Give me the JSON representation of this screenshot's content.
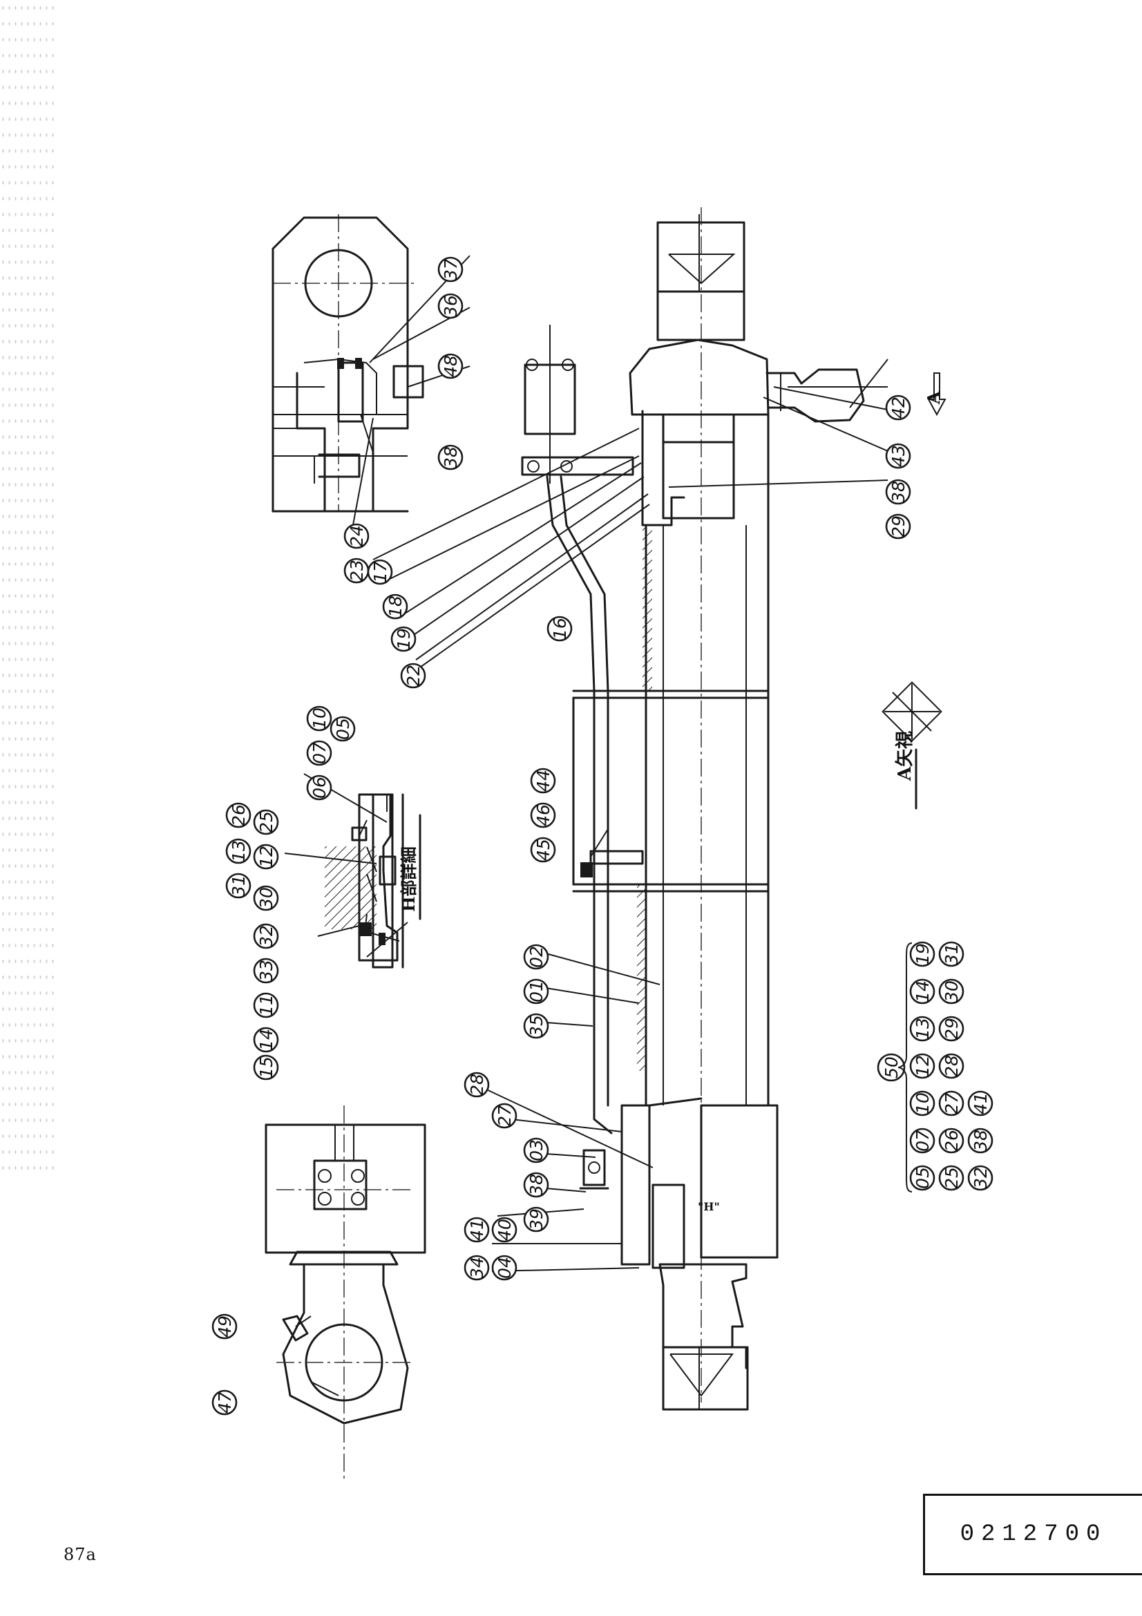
{
  "page_number": "87a",
  "drawing_code": "0212700",
  "view_a_label": "A矢視",
  "detail_h_label": "H部詳細",
  "arrow_label": "A",
  "section_marker": "\"H\"",
  "assembly_number": "50",
  "assembly_parts_rows": [
    [
      "05",
      "07",
      "10",
      "12",
      "13",
      "14",
      "19"
    ],
    [
      "25",
      "26",
      "27",
      "28",
      "29",
      "30",
      "31"
    ],
    [
      "32",
      "38",
      "41"
    ]
  ],
  "callouts": {
    "c01": "01",
    "c02": "02",
    "c03": "03",
    "c04": "04",
    "c05": "05",
    "c06": "06",
    "c07": "07",
    "c10": "10",
    "c11": "11",
    "c12": "12",
    "c13": "13",
    "c14": "14",
    "c15": "15",
    "c16": "16",
    "c17": "17",
    "c18": "18",
    "c19": "19",
    "c22": "22",
    "c23": "23",
    "c24": "24",
    "c25": "25",
    "c26": "26",
    "c27": "27",
    "c28": "28",
    "c29": "29",
    "c30": "30",
    "c31": "31",
    "c32": "32",
    "c33": "33",
    "c34": "34",
    "c35": "35",
    "c36": "36",
    "c37": "37",
    "c38": "38",
    "c39": "39",
    "c40": "40",
    "c41": "41",
    "c42": "42",
    "c43": "43",
    "c44": "44",
    "c45": "45",
    "c46": "46",
    "c47": "47",
    "c48": "48",
    "c49": "49"
  }
}
